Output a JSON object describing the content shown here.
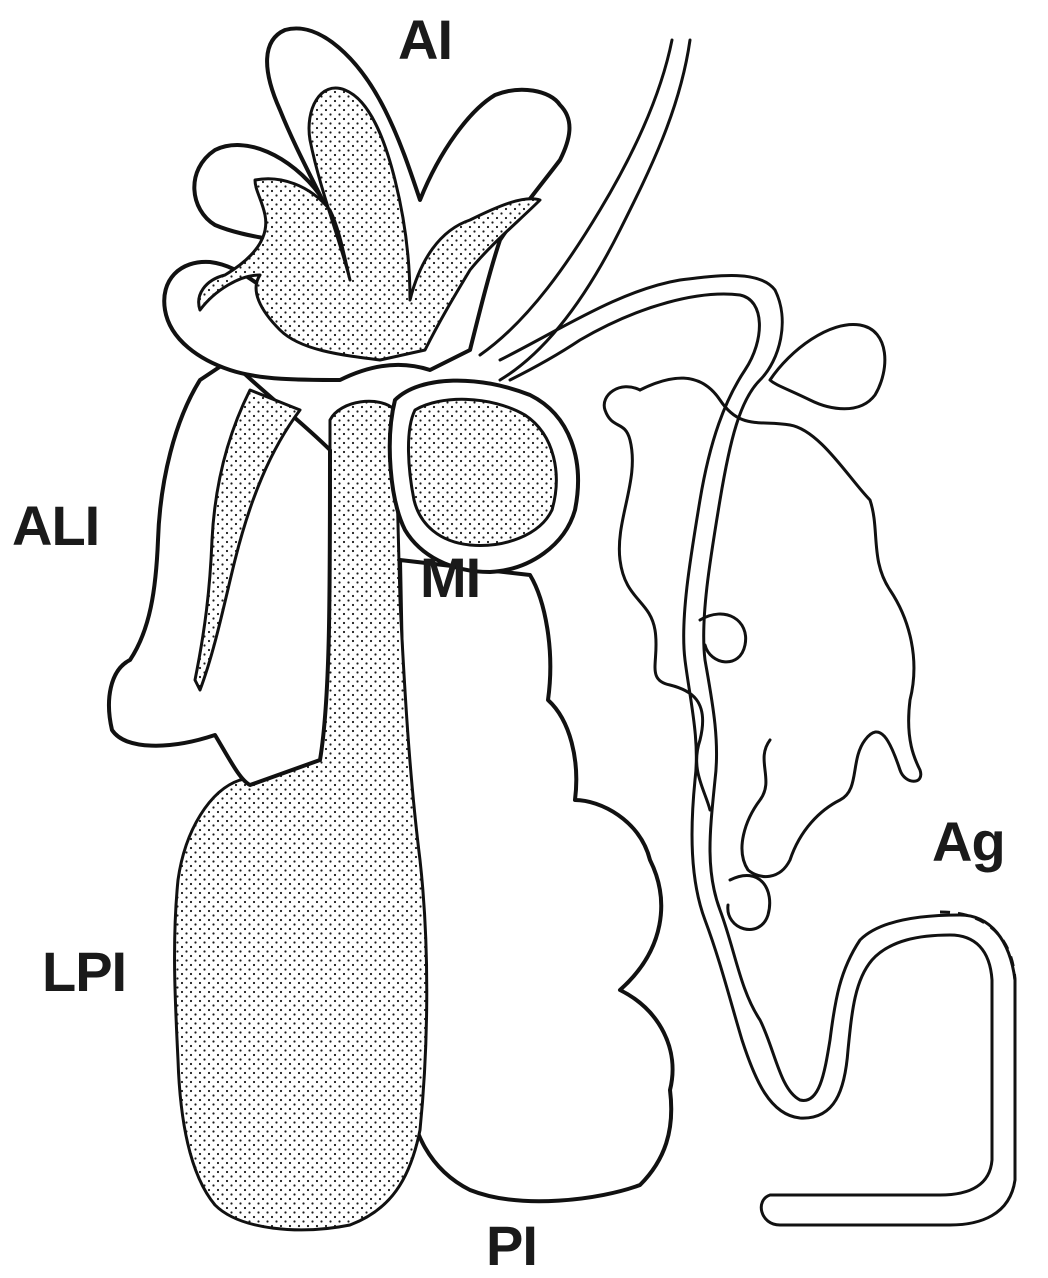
{
  "labels": {
    "ai": "AI",
    "ali": "ALI",
    "mi": "MI",
    "ag": "Ag",
    "lpi": "LPI",
    "pi": "PI"
  },
  "colors": {
    "ink": "#111111",
    "stipple": "#1a1a1a",
    "background": "#ffffff"
  }
}
